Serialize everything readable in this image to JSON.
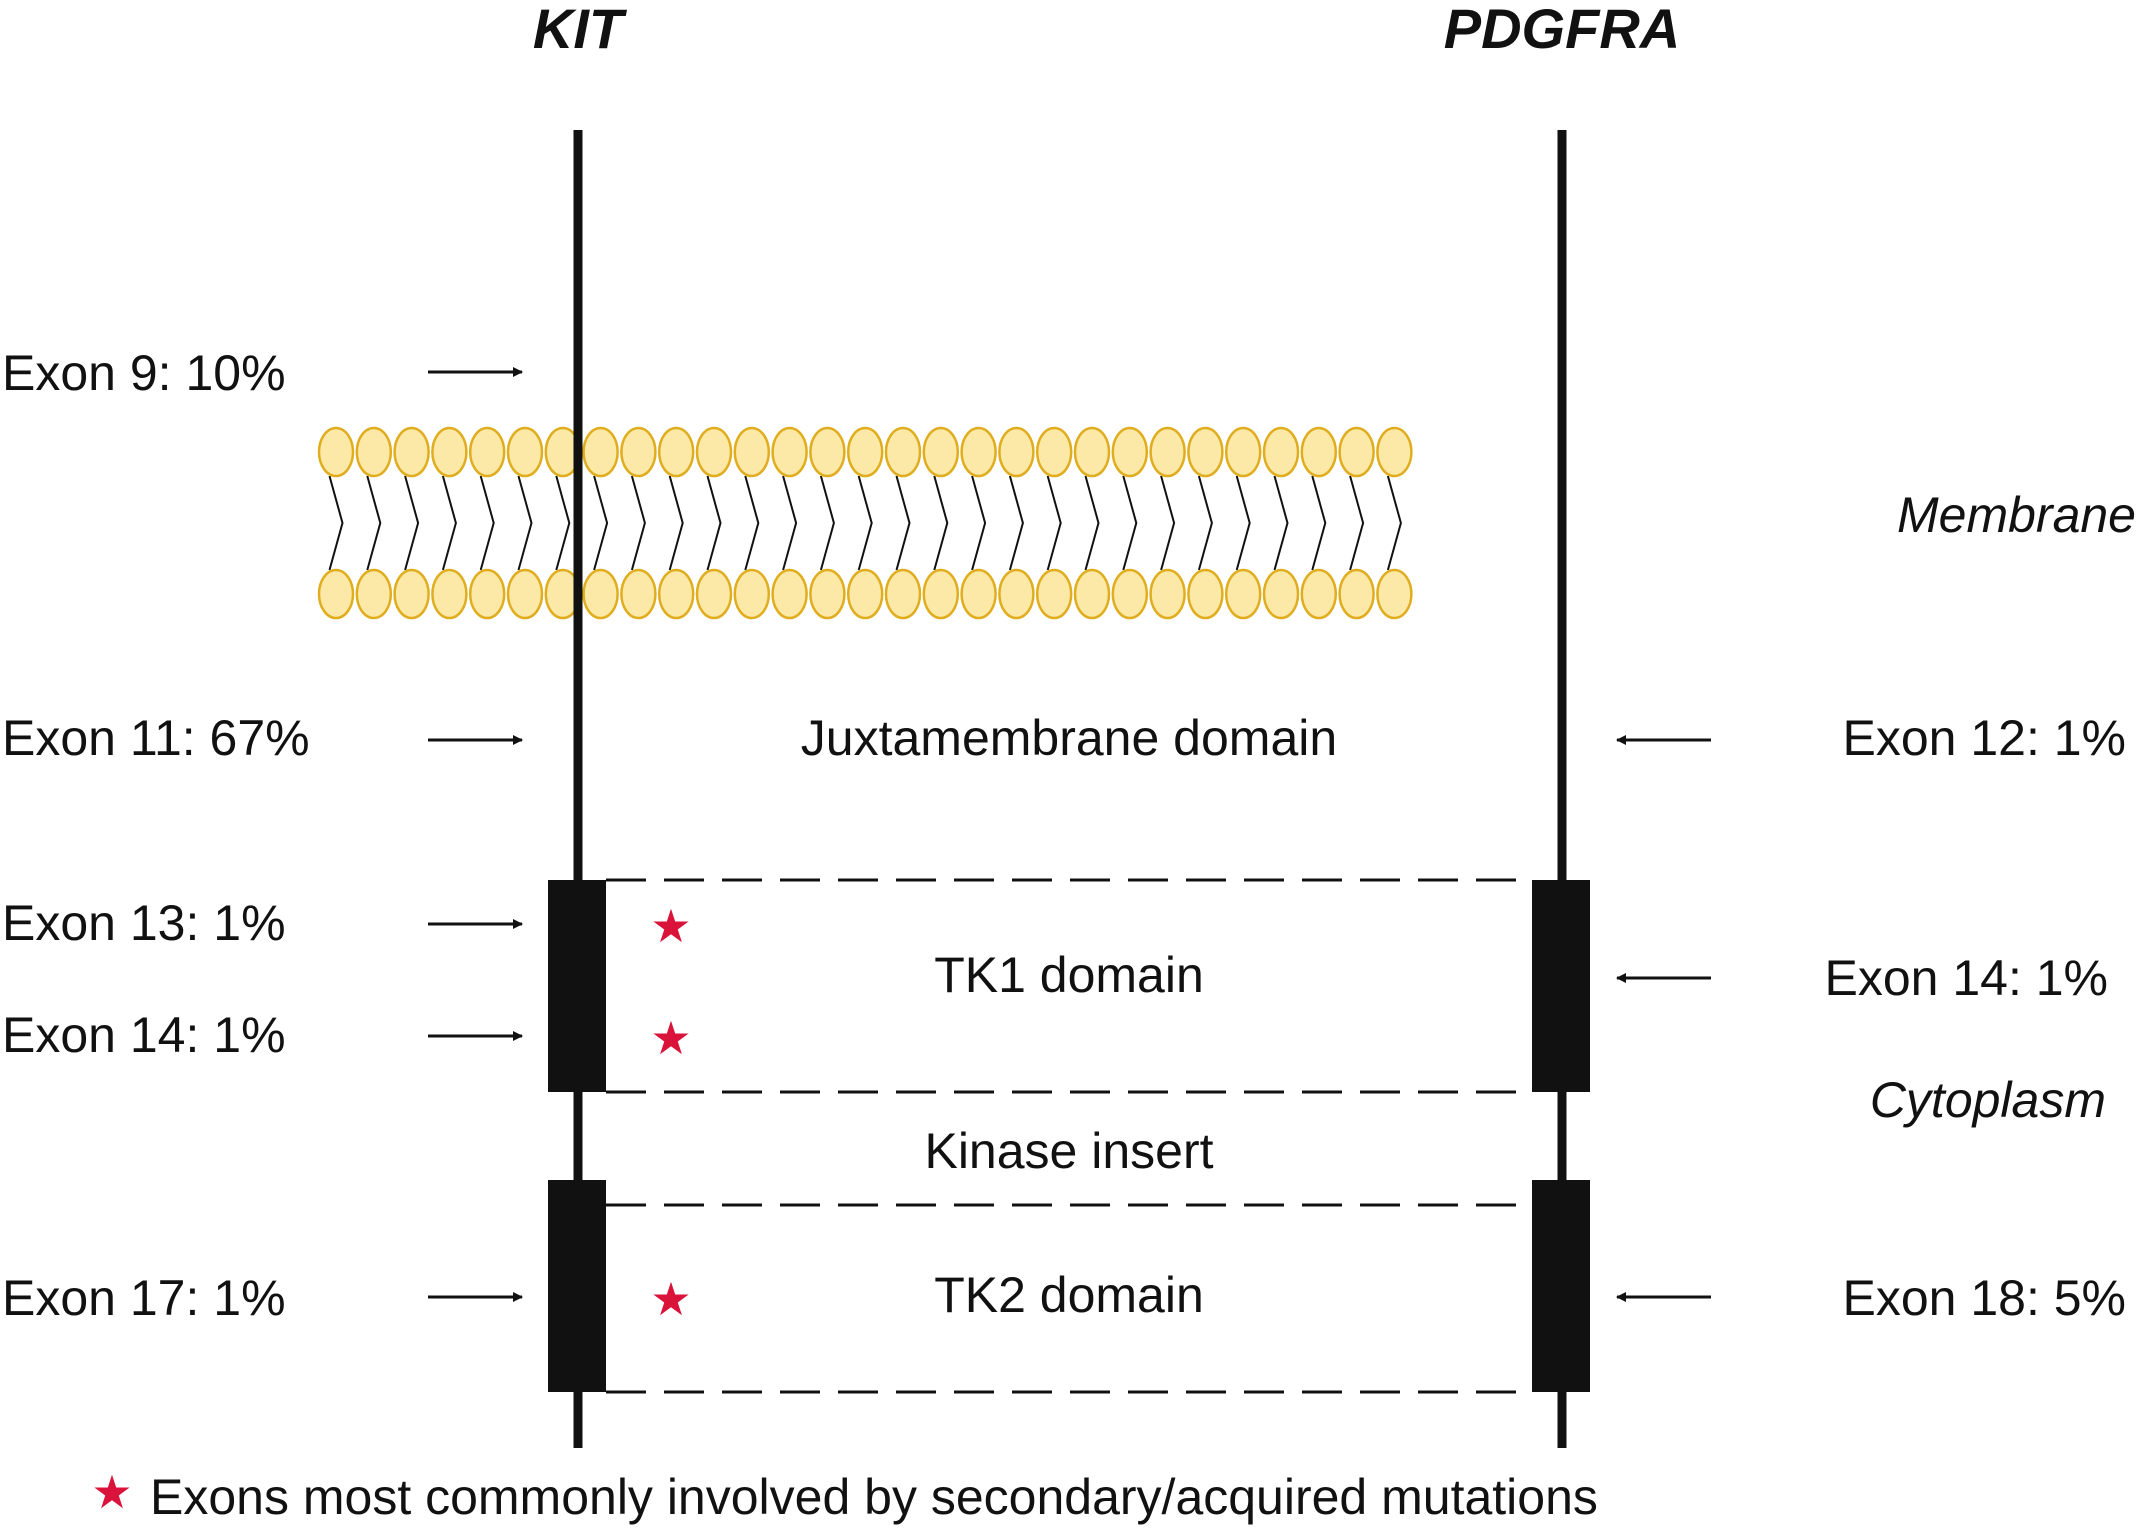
{
  "genes": {
    "left": "KIT",
    "right": "PDGFRA"
  },
  "regions": {
    "membrane": "Membrane",
    "cytoplasm": "Cytoplasm"
  },
  "domains": {
    "juxtamembrane": "Juxtamembrane domain",
    "tk1": "TK1 domain",
    "kinase_insert": "Kinase insert",
    "tk2": "TK2 domain"
  },
  "kit_exons": [
    {
      "label": "Exon 9: 10%",
      "secondary_mutation_site": false
    },
    {
      "label": "Exon 11: 67%",
      "secondary_mutation_site": false
    },
    {
      "label": "Exon 13: 1%",
      "secondary_mutation_site": true
    },
    {
      "label": "Exon 14:  1%",
      "secondary_mutation_site": true
    },
    {
      "label": "Exon 17: 1%",
      "secondary_mutation_site": true
    }
  ],
  "pdgfra_exons": [
    {
      "label": "Exon 12: 1%"
    },
    {
      "label": "Exon 14:  1%"
    },
    {
      "label": "Exon 18: 5%"
    }
  ],
  "legend": {
    "star_symbol": "★",
    "text": "Exons most commonly involved by secondary/acquired mutations"
  },
  "colors": {
    "star": "#d9133a",
    "lipid_head_fill": "#fce9a8",
    "lipid_head_stroke": "#e0ad1f",
    "line": "#111111"
  }
}
